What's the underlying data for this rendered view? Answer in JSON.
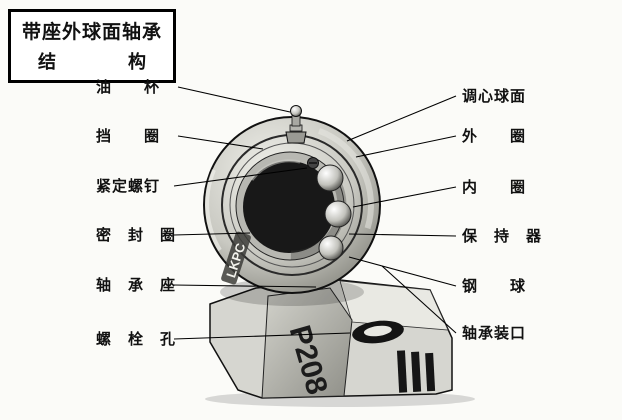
{
  "title": {
    "line1": "带座外球面轴承",
    "line2": "结　　　　构"
  },
  "labels": {
    "left": [
      {
        "id": "oil-cup",
        "text": "油　　杯"
      },
      {
        "id": "retaining-ring",
        "text": "挡　　圈"
      },
      {
        "id": "set-screw",
        "text": "紧定螺钉"
      },
      {
        "id": "seal-ring",
        "text": "密　封　圈"
      },
      {
        "id": "bearing-housing",
        "text": "轴　承　座"
      },
      {
        "id": "bolt-hole",
        "text": "螺　栓　孔"
      }
    ],
    "right": [
      {
        "id": "aligning-spherical-surface",
        "text": "调心球面"
      },
      {
        "id": "outer-ring",
        "text": "外　　圈"
      },
      {
        "id": "inner-ring",
        "text": "内　　圈"
      },
      {
        "id": "cage",
        "text": "保　持　器"
      },
      {
        "id": "steel-ball",
        "text": "钢　　球"
      },
      {
        "id": "bearing-mount-opening",
        "text": "轴承装口"
      }
    ]
  },
  "diagram": {
    "part_label": "P208",
    "brand_label": "LKPC"
  },
  "colors": {
    "ink": "#111111",
    "paper": "#fbfbf8"
  }
}
